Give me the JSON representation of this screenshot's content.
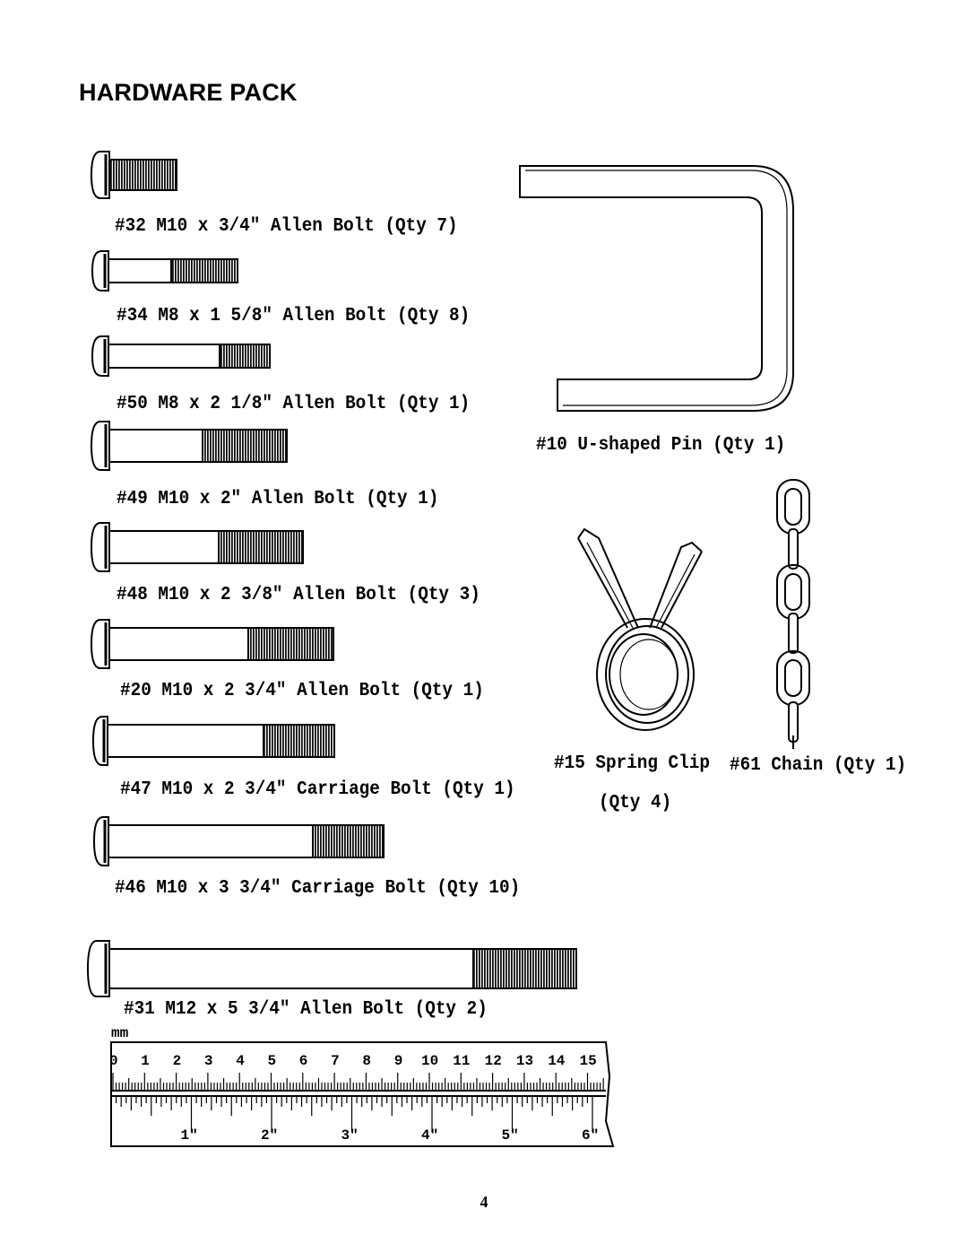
{
  "title": "HARDWARE PACK",
  "parts": [
    {
      "label": "#32 M10 x 3/4″ Allen Bolt (Qty 7)",
      "icon": "allen-bolt-icon"
    },
    {
      "label": "#34 M8 x 1 5/8″ Allen Bolt (Qty 8)",
      "icon": "allen-bolt-icon"
    },
    {
      "label": "#50 M8 x 2 1/8″ Allen Bolt (Qty 1)",
      "icon": "allen-bolt-icon"
    },
    {
      "label": "#49 M10 x 2″ Allen Bolt (Qty 1)",
      "icon": "allen-bolt-icon"
    },
    {
      "label": "#48 M10 x 2 3/8″ Allen Bolt (Qty 3)",
      "icon": "allen-bolt-icon"
    },
    {
      "label": "#20 M10 x 2 3/4″ Allen Bolt (Qty 1)",
      "icon": "allen-bolt-icon"
    },
    {
      "label": "#47 M10 x 2 3/4″ Carriage Bolt (Qty 1)",
      "icon": "carriage-bolt-icon"
    },
    {
      "label": "#46 M10 x 3 3/4″ Carriage Bolt (Qty 10)",
      "icon": "carriage-bolt-icon"
    },
    {
      "label": "#31 M12 x 5 3/4″ Allen Bolt (Qty 2)",
      "icon": "allen-bolt-icon"
    },
    {
      "label": "#10 U-shaped Pin (Qty 1)",
      "icon": "u-pin-icon"
    },
    {
      "label": "#15 Spring Clip",
      "label2": "(Qty 4)",
      "icon": "spring-clip-icon"
    },
    {
      "label": "#61 Chain (Qty 1)",
      "icon": "chain-icon"
    }
  ],
  "ruler": {
    "unit_mark": "mm",
    "cm_labels": [
      "0",
      "1",
      "2",
      "3",
      "4",
      "5",
      "6",
      "7",
      "8",
      "9",
      "10",
      "11",
      "12",
      "13",
      "14",
      "15"
    ],
    "inch_labels": [
      "1″",
      "2″",
      "3″",
      "4″",
      "5″",
      "6″"
    ]
  },
  "page_number": "4"
}
